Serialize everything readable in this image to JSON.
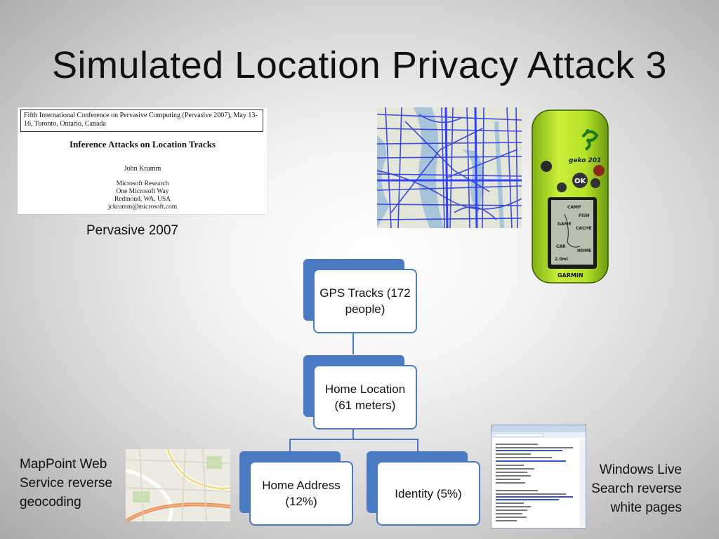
{
  "slide": {
    "title": "Simulated Location Privacy Attack 3"
  },
  "paper": {
    "header": "Fifth International Conference on Pervasive Computing (Pervasive 2007), May 13-16, Toronto, Ontario, Canada",
    "title": "Inference Attacks on Location Tracks",
    "author": "John Krumm",
    "affiliation": [
      "Microsoft Research",
      "One Microsoft Way",
      "Redmond, WA, USA",
      "jckrumm@microsoft.com"
    ],
    "caption": "Pervasive 2007"
  },
  "device": {
    "brand": "geko 201",
    "ok_label": "OK",
    "screen_labels": [
      "CAMP",
      "FISH",
      "GAME",
      "CACHE",
      "CAR",
      "HOME",
      "2.0mi"
    ],
    "maker": "GARMIN"
  },
  "flow": {
    "gps_tracks": "GPS Tracks (172 people)",
    "home_location": "Home Location (61 meters)",
    "home_address": "Home Address (12%)",
    "identity": "Identity (5%)"
  },
  "side_labels": {
    "mappoint": "MapPoint Web Service reverse geocoding",
    "windows_live": "Windows Live Search reverse white pages"
  },
  "colors": {
    "accent": "#4a7ac1",
    "device_body": "#b5e12a"
  }
}
